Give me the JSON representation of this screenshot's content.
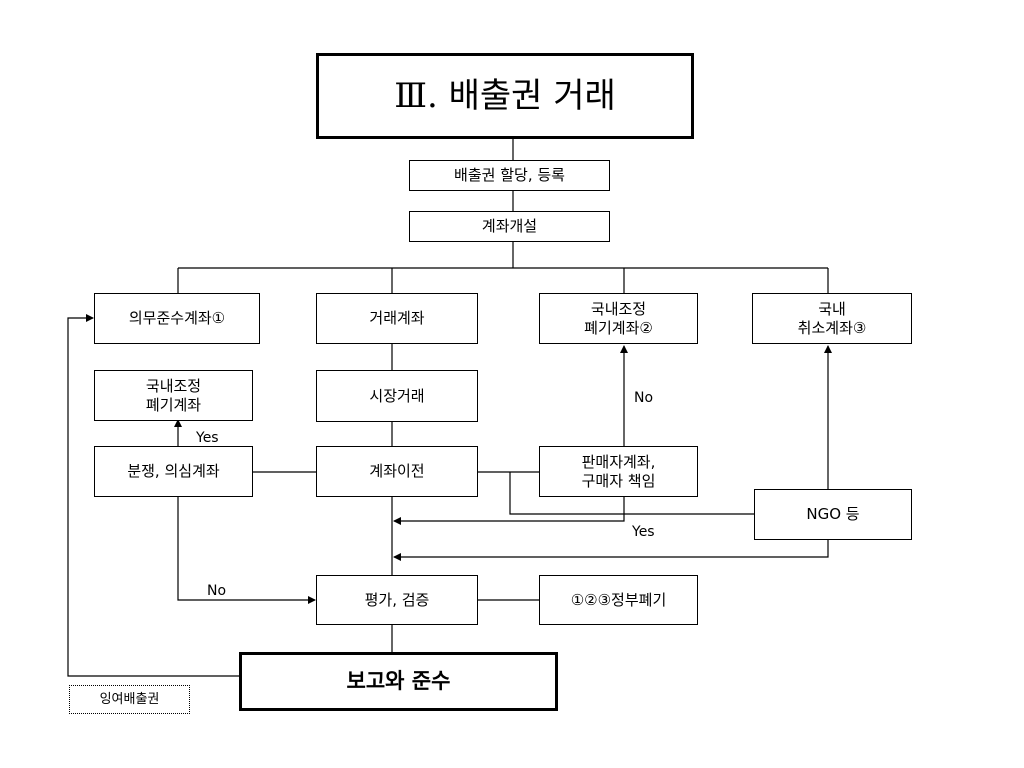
{
  "title": "Ⅲ. 배출권 거래",
  "boxes": {
    "allocation": "배출권 할당, 등록",
    "account_open": "계좌개설",
    "compliance_account": "의무준수계좌①",
    "trading_account": "거래계좌",
    "domestic_adjust_retire_2": "국내조정\n폐기계좌②",
    "domestic_cancel_3": "국내\n취소계좌③",
    "domestic_adjust_retire": "국내조정\n폐기계좌",
    "market_trading": "시장거래",
    "dispute_account": "분쟁, 의심계좌",
    "account_transfer": "계좌이전",
    "seller_buyer": "판매자계좌,\n구매자 책임",
    "ngo": "NGO 등",
    "evaluation": "평가, 검증",
    "government_retire": "①②③정부폐기",
    "report_compliance": "보고와 준수",
    "surplus": "잉여배출권"
  },
  "labels": {
    "yes_dispute": "Yes",
    "no_seller": "No",
    "yes_seller": "Yes",
    "no_dispute": "No"
  }
}
